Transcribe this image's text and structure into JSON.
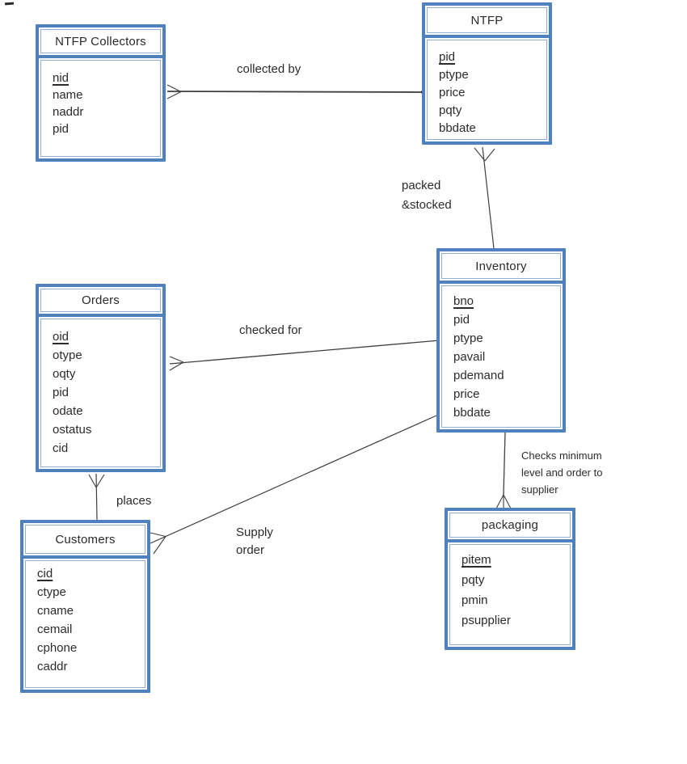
{
  "entities": [
    {
      "id": "ntfp-collectors",
      "title": "NTFP Collectors",
      "fields": [
        {
          "name": "nid",
          "pk": true
        },
        {
          "name": "name",
          "pk": false
        },
        {
          "name": "naddr",
          "pk": false
        },
        {
          "name": "pid",
          "pk": false
        }
      ]
    },
    {
      "id": "ntfp",
      "title": "NTFP",
      "fields": [
        {
          "name": "pid",
          "pk": true
        },
        {
          "name": "ptype",
          "pk": false
        },
        {
          "name": "price",
          "pk": false
        },
        {
          "name": "pqty",
          "pk": false
        },
        {
          "name": "bbdate",
          "pk": false
        }
      ]
    },
    {
      "id": "orders",
      "title": "Orders",
      "fields": [
        {
          "name": "oid",
          "pk": true
        },
        {
          "name": "otype",
          "pk": false
        },
        {
          "name": "oqty",
          "pk": false
        },
        {
          "name": "pid",
          "pk": false
        },
        {
          "name": "odate",
          "pk": false
        },
        {
          "name": "ostatus",
          "pk": false
        },
        {
          "name": "cid",
          "pk": false
        }
      ]
    },
    {
      "id": "inventory",
      "title": "Inventory",
      "fields": [
        {
          "name": "bno",
          "pk": true
        },
        {
          "name": "pid",
          "pk": false
        },
        {
          "name": "ptype",
          "pk": false
        },
        {
          "name": "pavail",
          "pk": false
        },
        {
          "name": "pdemand",
          "pk": false
        },
        {
          "name": "price",
          "pk": false
        },
        {
          "name": "bbdate",
          "pk": false
        }
      ]
    },
    {
      "id": "customers",
      "title": "Customers",
      "fields": [
        {
          "name": "cid",
          "pk": true
        },
        {
          "name": "ctype",
          "pk": false
        },
        {
          "name": "cname",
          "pk": false
        },
        {
          "name": "cemail",
          "pk": false
        },
        {
          "name": "cphone",
          "pk": false
        },
        {
          "name": "caddr",
          "pk": false
        }
      ]
    },
    {
      "id": "packaging",
      "title": "packaging",
      "fields": [
        {
          "name": "pitem",
          "pk": true
        },
        {
          "name": "pqty",
          "pk": false
        },
        {
          "name": "pmin",
          "pk": false
        },
        {
          "name": "psupplier",
          "pk": false
        }
      ]
    }
  ],
  "relationships": [
    {
      "id": "collected-by",
      "label": "collected by",
      "from": "NTFP Collectors",
      "to": "NTFP"
    },
    {
      "id": "packed-stocked",
      "label": "packed\n&stocked",
      "from": "NTFP",
      "to": "Inventory"
    },
    {
      "id": "checked-for",
      "label": "checked for",
      "from": "Orders",
      "to": "Inventory"
    },
    {
      "id": "places",
      "label": "places",
      "from": "Orders",
      "to": "Customers"
    },
    {
      "id": "supply-order",
      "label": "Supply\norder",
      "from": "Customers",
      "to": "Inventory"
    },
    {
      "id": "checks-minimum",
      "label": "Checks minimum\nlevel and order to\nsupplier",
      "from": "Inventory",
      "to": "packaging"
    }
  ],
  "colors": {
    "entity_border": "#4f81bd",
    "entity_inner_keyline": "#91afd6",
    "connector": "#3f3f3f",
    "text": "#2b2b2b"
  }
}
